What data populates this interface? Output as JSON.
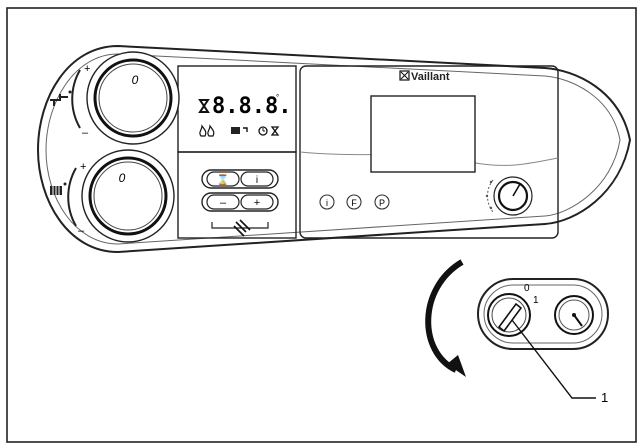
{
  "control_panel": {
    "brand": "Vaillant",
    "display_digits": "8.8.8.",
    "display_icons": {
      "tap": "tap-icon",
      "radiator": "radiator-icon",
      "flame": "flame-icon",
      "clock": "clock-icon",
      "hourglass": "hourglass-icon"
    },
    "knob_hot_water": {
      "pointer_label": "0",
      "plus": "+",
      "minus": "–",
      "icon": "tap-icon"
    },
    "knob_heating": {
      "pointer_label": "0",
      "plus": "+",
      "minus": "–",
      "icon": "radiator-icon"
    },
    "buttons": {
      "top_left": "⌛",
      "top_right": "i",
      "bottom_left": "–",
      "bottom_right": "+"
    },
    "info_buttons": [
      "i",
      "F",
      "P"
    ]
  },
  "switch_panel": {
    "main_switch_labels": {
      "off": "0",
      "on": "1"
    },
    "callout_label": "1"
  }
}
